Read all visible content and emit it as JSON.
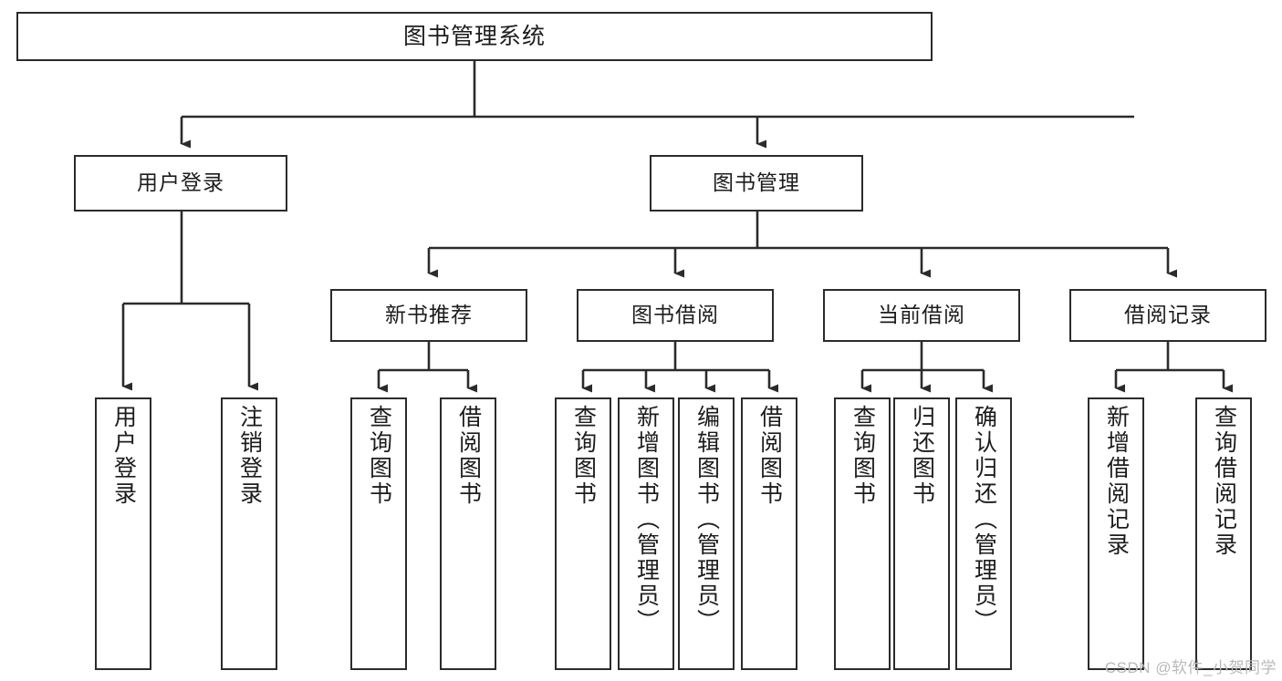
{
  "diagram": {
    "title": "图书管理系统",
    "type": "tree-hierarchy-chart",
    "root": {
      "label": "图书管理系统"
    },
    "level2": [
      {
        "label": "用户登录"
      },
      {
        "label": "图书管理"
      }
    ],
    "level3": [
      {
        "label": "新书推荐"
      },
      {
        "label": "图书借阅"
      },
      {
        "label": "当前借阅"
      },
      {
        "label": "借阅记录"
      }
    ],
    "leaves": {
      "user_login": [
        {
          "label": "用户登录"
        },
        {
          "label": "注销登录"
        }
      ],
      "new_book_recommend": [
        {
          "label": "查询图书"
        },
        {
          "label": "借阅图书"
        }
      ],
      "book_borrow": [
        {
          "label": "查询图书"
        },
        {
          "label": "新增图书（管理员）"
        },
        {
          "label": "编辑图书（管理员）"
        },
        {
          "label": "借阅图书"
        }
      ],
      "current_borrow": [
        {
          "label": "查询图书"
        },
        {
          "label": "归还图书"
        },
        {
          "label": "确认归还（管理员）"
        }
      ],
      "borrow_records": [
        {
          "label": "新增借阅记录"
        },
        {
          "label": "查询借阅记录"
        }
      ]
    }
  },
  "watermark": {
    "text": "CSDN @软件_小贺同学"
  },
  "colors": {
    "stroke": "#2b2b2b",
    "background": "#ffffff",
    "text": "#1c1c1c",
    "watermark": "#b9b9b9"
  }
}
